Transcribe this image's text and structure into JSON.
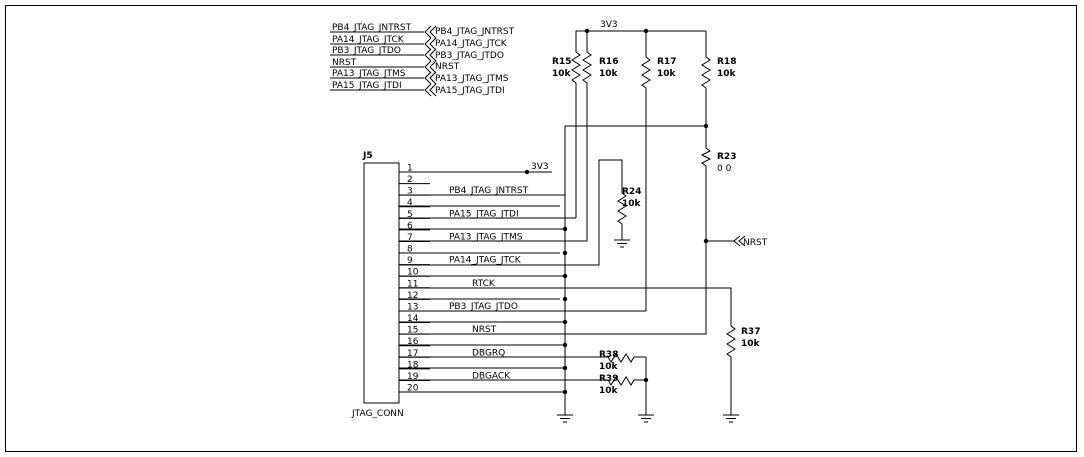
{
  "connector": {
    "ref": "J5",
    "value": "JTAG_CONN",
    "pins": [
      {
        "num": "1",
        "net": "3V3"
      },
      {
        "num": "2",
        "net": ""
      },
      {
        "num": "3",
        "net": "PB4_JTAG_JNTRST"
      },
      {
        "num": "4",
        "net": ""
      },
      {
        "num": "5",
        "net": "PA15_JTAG_JTDI"
      },
      {
        "num": "6",
        "net": ""
      },
      {
        "num": "7",
        "net": "PA13_JTAG_JTMS"
      },
      {
        "num": "8",
        "net": ""
      },
      {
        "num": "9",
        "net": "PA14_JTAG_JTCK"
      },
      {
        "num": "10",
        "net": ""
      },
      {
        "num": "11",
        "net": "RTCK"
      },
      {
        "num": "12",
        "net": ""
      },
      {
        "num": "13",
        "net": "PB3_JTAG_JTDO"
      },
      {
        "num": "14",
        "net": ""
      },
      {
        "num": "15",
        "net": "NRST"
      },
      {
        "num": "16",
        "net": ""
      },
      {
        "num": "17",
        "net": "DBGRQ"
      },
      {
        "num": "18",
        "net": ""
      },
      {
        "num": "19",
        "net": "DBGACK"
      },
      {
        "num": "20",
        "net": ""
      }
    ]
  },
  "port_labels": [
    {
      "left": "PB4_JTAG_JNTRST",
      "right": "PB4_JTAG_JNTRST"
    },
    {
      "left": "PA14_JTAG_JTCK",
      "right": "PA14_JTAG_JTCK"
    },
    {
      "left": "PB3_JTAG_JTDO",
      "right": "PB3_JTAG_JTDO"
    },
    {
      "left": "NRST",
      "right": "NRST"
    },
    {
      "left": "PA13_JTAG_JTMS",
      "right": "PA13_JTAG_JTMS"
    },
    {
      "left": "PA15_JTAG_JTDI",
      "right": "PA15_JTAG_JTDI"
    }
  ],
  "power_net": "3V3",
  "resistors": {
    "r15": {
      "ref": "R15",
      "value": "10k"
    },
    "r16": {
      "ref": "R16",
      "value": "10k"
    },
    "r17": {
      "ref": "R17",
      "value": "10k"
    },
    "r18": {
      "ref": "R18",
      "value": "10k"
    },
    "r23": {
      "ref": "R23",
      "value": "0 0"
    },
    "r24": {
      "ref": "R24",
      "value": "10k"
    },
    "r37": {
      "ref": "R37",
      "value": "10k"
    },
    "r38": {
      "ref": "R38",
      "value": "10k"
    },
    "r39": {
      "ref": "R39",
      "value": "10k"
    }
  },
  "nrst_port": "NRST"
}
